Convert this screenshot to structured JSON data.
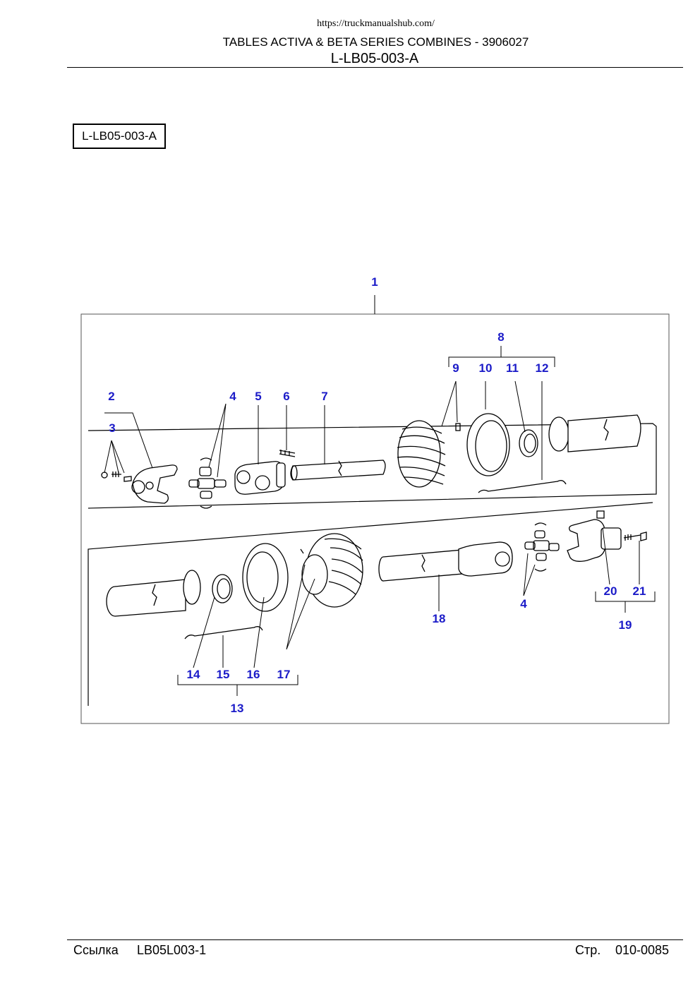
{
  "header": {
    "url": "https://truckmanualshub.com/",
    "title": "TABLES ACTIVA & BETA SERIES COMBINES - 3906027",
    "code": "L-LB05-003-A"
  },
  "reference_box": "L-LB05-003-A",
  "diagram": {
    "callouts": [
      "1",
      "2",
      "3",
      "4",
      "5",
      "6",
      "7",
      "8",
      "9",
      "10",
      "11",
      "12",
      "4",
      "13",
      "14",
      "15",
      "16",
      "17",
      "18",
      "19",
      "20",
      "21"
    ]
  },
  "footer": {
    "ref_label": "Ссылка",
    "ref_value": "LB05L003-1",
    "page_label": "Стр.",
    "page_value": "010-0085"
  },
  "colors": {
    "callout": "#1b1bc8",
    "line": "#000000"
  }
}
